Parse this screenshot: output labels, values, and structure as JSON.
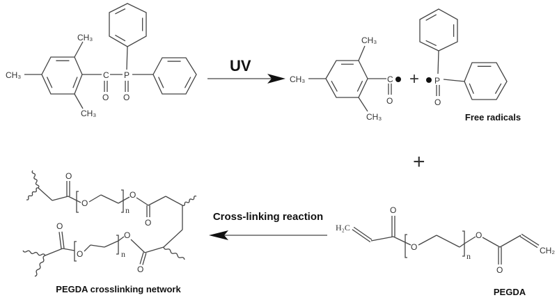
{
  "reaction": {
    "uv_label": "UV",
    "crosslink_label": "Cross-linking reaction",
    "plus_between_radicals": "+",
    "plus_between_rows": "+"
  },
  "photoinitiator": {
    "ch3_top": "CH₃",
    "ch3_left": "CH₃",
    "ch3_bottom": "CH₃",
    "carbonyl_c": "C",
    "carbonyl_o": "O",
    "phosphorus": "P",
    "phosphoryl_o": "O"
  },
  "radicals": {
    "label": "Free radicals",
    "ch3_top": "CH₃",
    "ch3_left": "CH₃",
    "ch3_bottom": "CH₃",
    "carbonyl_c": "C",
    "carbonyl_o": "O",
    "phosphorus": "P",
    "phosphoryl_o": "O"
  },
  "pegda": {
    "label": "PEGDA",
    "h2c": "H₂C",
    "ch2": "CH₂",
    "o_carbonyl_left": "O",
    "o_ether_left": "O",
    "repeat_n": "n",
    "o_ether_right": "O",
    "o_carbonyl_right": "O"
  },
  "network": {
    "label": "PEGDA crosslinking network",
    "top_o_carbonyl": "O",
    "top_o_ether": "O",
    "top_n": "n",
    "top_o_ester": "O",
    "top_o_carbonyl_right": "O",
    "bottom_o_carbonyl": "O",
    "bottom_o_ether": "O",
    "bottom_n": "n",
    "bottom_o_ester": "O",
    "bottom_o_carbonyl_right": "O"
  },
  "colors": {
    "ink": "#333333",
    "text": "#111111",
    "background": "#ffffff"
  }
}
